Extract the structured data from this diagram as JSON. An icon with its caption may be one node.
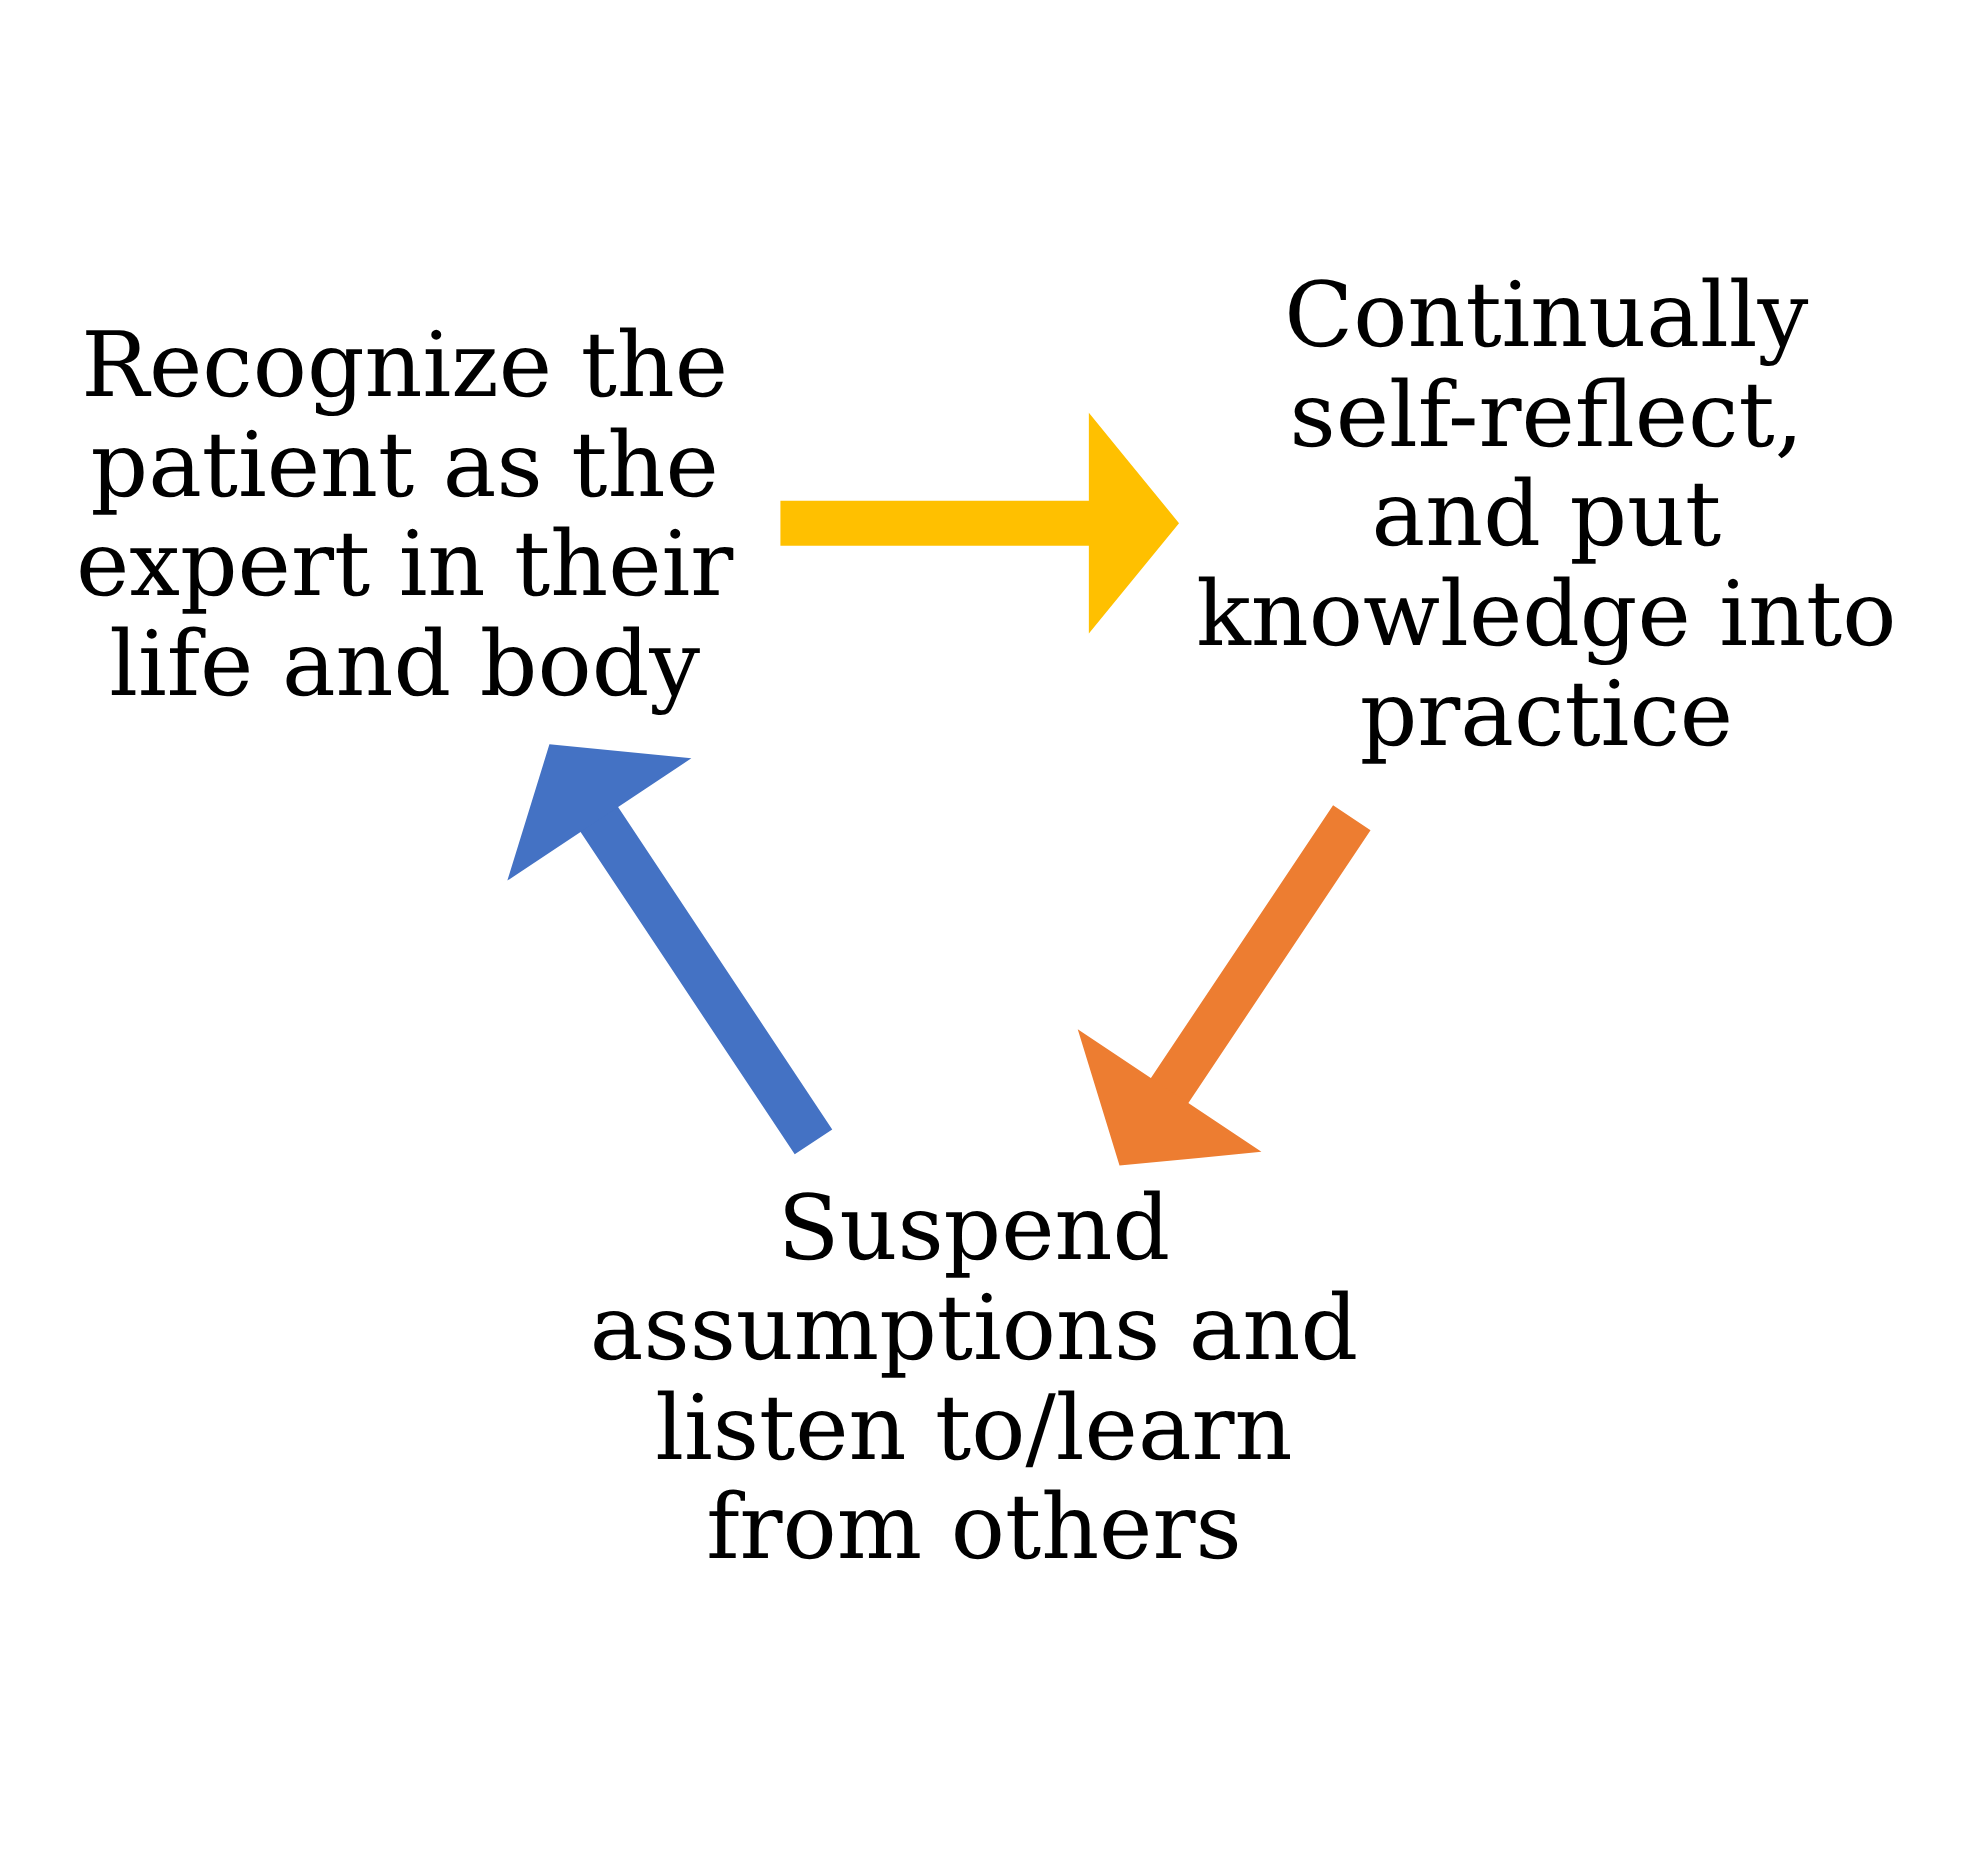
{
  "diagram": {
    "nodes": [
      {
        "text": [
          "Recognize the patient as the expert in their life and body"
        ]
      },
      {
        "text": [
          "Continually self-reflect, and put knowledge into practice"
        ]
      },
      {
        "text": [
          "Suspend assumptions and listen to/learn from others"
        ]
      }
    ],
    "edges": [
      {
        "from": 0,
        "to": 1,
        "arrow": "to",
        "color": "#ffc000"
      },
      {
        "from": 1,
        "to": 2,
        "arrow": "to",
        "color": "#ed7d31"
      },
      {
        "from": 2,
        "to": 0,
        "arrow": "to",
        "color": "#4472c4"
      }
    ]
  }
}
